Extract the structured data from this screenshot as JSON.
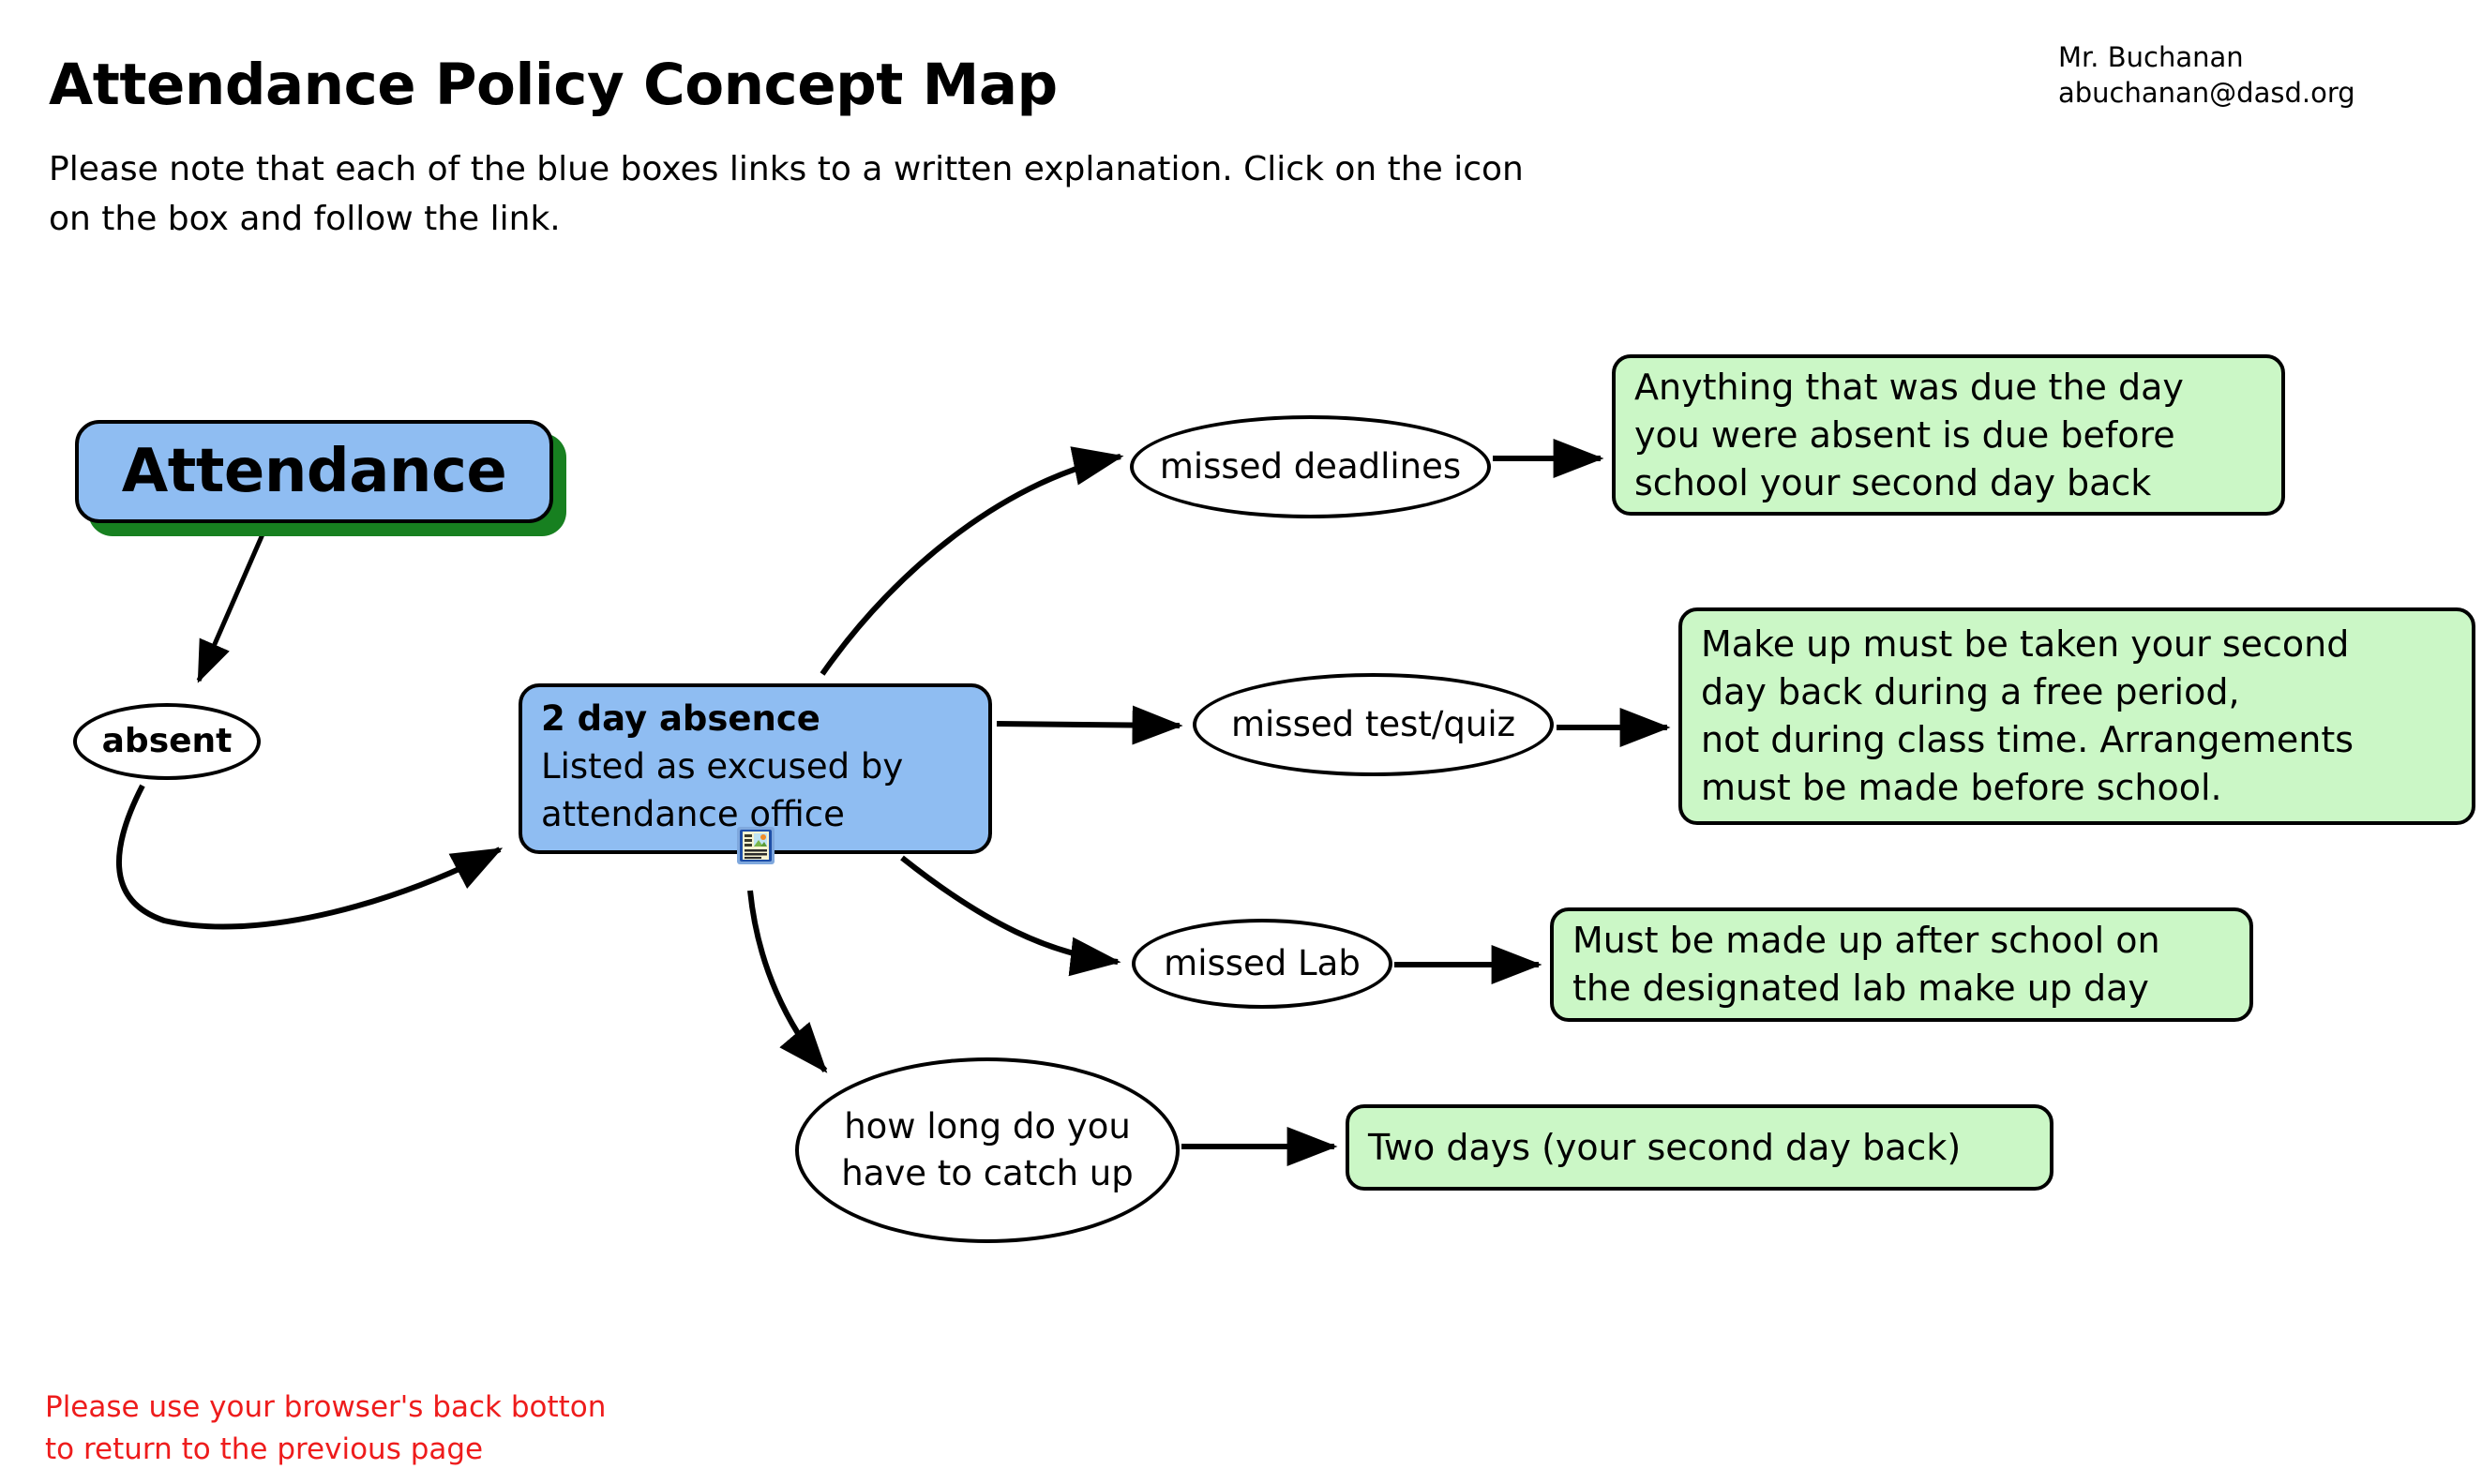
{
  "header": {
    "title": "Attendance Policy Concept Map",
    "intro": "Please note that each of the blue boxes links to a written explanation. Click on the icon\non the box and follow the link.",
    "contact_name": "Mr. Buchanan",
    "contact_email": "abuchanan@dasd.org"
  },
  "footer": {
    "note": "Please use your browser's back botton\nto return to the previous page"
  },
  "colors": {
    "blue_fill": "#8fbdf2",
    "green_fill": "#cbf7c6",
    "shadow_green": "#178020",
    "footer_red": "#ee1c1c",
    "outline": "#000000"
  },
  "nodes": {
    "attendance": {
      "label": "Attendance",
      "shape": "rounded-box",
      "fill": "blue"
    },
    "absent": {
      "label": "absent",
      "shape": "ellipse",
      "fill": "white"
    },
    "two_day_absence": {
      "title": "2 day absence",
      "subtitle": "Listed as excused by\nattendance office",
      "shape": "rounded-box",
      "fill": "blue",
      "icon": "document-image-link-icon"
    },
    "missed_deadlines": {
      "label": "missed deadlines",
      "shape": "ellipse",
      "fill": "white"
    },
    "missed_test_quiz": {
      "label": "missed test/quiz",
      "shape": "ellipse",
      "fill": "white"
    },
    "missed_lab": {
      "label": "missed Lab",
      "shape": "ellipse",
      "fill": "white"
    },
    "how_long_catch_up": {
      "label": "how long do you\nhave to catch up",
      "shape": "ellipse",
      "fill": "white"
    },
    "green_deadlines": {
      "text": "Anything that was due the day\nyou were absent is due before\nschool your second day back",
      "shape": "rounded-box",
      "fill": "green"
    },
    "green_test": {
      "text": "Make up must be taken your second\nday back during a free period,\nnot during class time. Arrangements\nmust be made before school.",
      "shape": "rounded-box",
      "fill": "green"
    },
    "green_lab": {
      "text": "Must be made up after school on\nthe designated lab make up day",
      "shape": "rounded-box",
      "fill": "green"
    },
    "green_catchup": {
      "text": "Two days (your second day back)",
      "shape": "rounded-box",
      "fill": "green"
    }
  },
  "edges": [
    {
      "from": "attendance",
      "to": "absent",
      "style": "straight-arrow"
    },
    {
      "from": "absent",
      "to": "two_day_absence",
      "style": "curved-arrow"
    },
    {
      "from": "two_day_absence",
      "to": "missed_deadlines",
      "style": "curved-arrow"
    },
    {
      "from": "two_day_absence",
      "to": "missed_test_quiz",
      "style": "straight-arrow"
    },
    {
      "from": "two_day_absence",
      "to": "missed_lab",
      "style": "curved-arrow"
    },
    {
      "from": "two_day_absence",
      "to": "how_long_catch_up",
      "style": "curved-arrow"
    },
    {
      "from": "missed_deadlines",
      "to": "green_deadlines",
      "style": "straight-arrow"
    },
    {
      "from": "missed_test_quiz",
      "to": "green_test",
      "style": "straight-arrow"
    },
    {
      "from": "missed_lab",
      "to": "green_lab",
      "style": "straight-arrow"
    },
    {
      "from": "how_long_catch_up",
      "to": "green_catchup",
      "style": "straight-arrow"
    }
  ]
}
